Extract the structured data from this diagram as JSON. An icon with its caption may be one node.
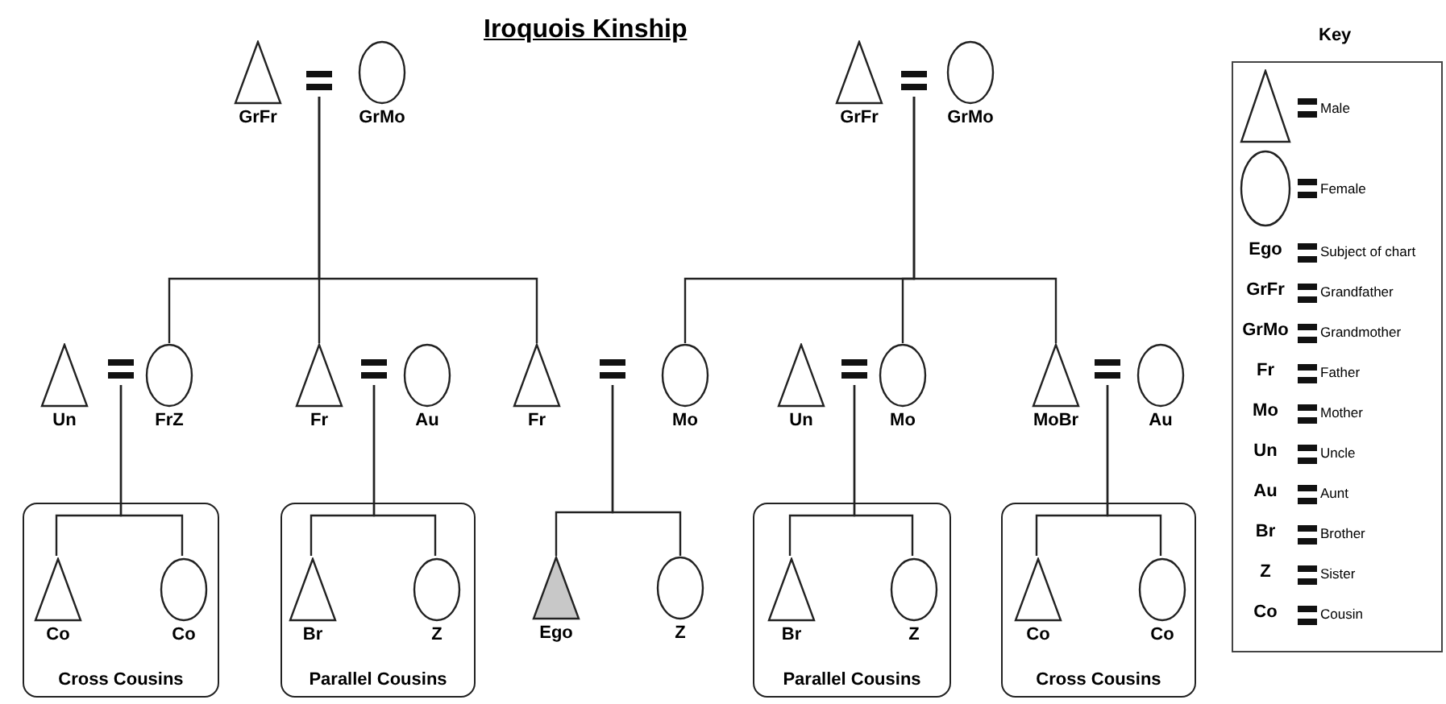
{
  "diagram": {
    "title": "Iroquois Kinship",
    "nodes": [
      {
        "text": [
          "GrFr"
        ]
      },
      {
        "text": [],
        "shape": "equals"
      },
      {
        "text": [
          "GrMo"
        ]
      },
      {
        "text": [
          "GrFr"
        ]
      },
      {
        "text": [],
        "shape": "equals"
      },
      {
        "text": [
          "GrMo"
        ]
      },
      {
        "text": [
          "Un"
        ]
      },
      {
        "text": [],
        "shape": "equals"
      },
      {
        "text": [
          "FrZ"
        ]
      },
      {
        "text": [
          "Fr"
        ]
      },
      {
        "text": [],
        "shape": "equals"
      },
      {
        "text": [
          "Au"
        ]
      },
      {
        "text": [
          "Fr"
        ]
      },
      {
        "text": [],
        "shape": "equals"
      },
      {
        "text": [
          "Mo"
        ]
      },
      {
        "text": [
          "Un"
        ]
      },
      {
        "text": [],
        "shape": "equals"
      },
      {
        "text": [
          "Mo"
        ]
      },
      {
        "text": [
          "MoBr"
        ]
      },
      {
        "text": [],
        "shape": "equals"
      },
      {
        "text": [
          "Au"
        ]
      },
      {
        "text": [
          "Cross Cousins"
        ]
      },
      {
        "text": [
          "Co"
        ],
        "in": 21
      },
      {
        "text": [
          "Co"
        ],
        "in": 21
      },
      {
        "text": [
          "Parallel Cousins"
        ]
      },
      {
        "text": [
          "Br"
        ],
        "in": 24
      },
      {
        "text": [
          "Z"
        ],
        "in": 24
      },
      {
        "text": [
          "Ego"
        ]
      },
      {
        "text": [
          "Z"
        ]
      },
      {
        "text": [
          "Parallel Cousins"
        ]
      },
      {
        "text": [
          "Br"
        ],
        "in": 29
      },
      {
        "text": [
          "Z"
        ],
        "in": 29
      },
      {
        "text": [
          "Cross Cousins"
        ]
      },
      {
        "text": [
          "Co"
        ],
        "in": 32
      },
      {
        "text": [
          "Co"
        ],
        "in": 32
      }
    ],
    "edges": [
      {
        "from": 1,
        "to": 8,
        "arrow": "none"
      },
      {
        "from": 1,
        "to": 9,
        "arrow": "none"
      },
      {
        "from": 1,
        "to": 12,
        "arrow": "none"
      },
      {
        "from": 4,
        "to": 14,
        "arrow": "none"
      },
      {
        "from": 4,
        "to": 17,
        "arrow": "none"
      },
      {
        "from": 4,
        "to": 18,
        "arrow": "none"
      },
      {
        "from": 7,
        "to": 22,
        "arrow": "none"
      },
      {
        "from": 7,
        "to": 23,
        "arrow": "none"
      },
      {
        "from": 10,
        "to": 25,
        "arrow": "none"
      },
      {
        "from": 10,
        "to": 26,
        "arrow": "none"
      },
      {
        "from": 13,
        "to": 27,
        "arrow": "none"
      },
      {
        "from": 13,
        "to": 28,
        "arrow": "none"
      },
      {
        "from": 16,
        "to": 30,
        "arrow": "none"
      },
      {
        "from": 16,
        "to": 31,
        "arrow": "none"
      },
      {
        "from": 19,
        "to": 33,
        "arrow": "none"
      },
      {
        "from": 19,
        "to": 34,
        "arrow": "none"
      }
    ],
    "labels": [
      "Key",
      "Ego",
      "Subject of chart",
      "GrFr",
      "Grandfather",
      "GrMo",
      "Grandmother",
      "Fr",
      "Father",
      "Mo",
      "Mother",
      "Un",
      "Uncle",
      "Au",
      "Aunt",
      "Br",
      "Brother",
      "Z",
      "Sister",
      "Co",
      "Cousin"
    ],
    "legend": [
      {
        "text": "Male"
      },
      {
        "text": "Female"
      }
    ]
  }
}
